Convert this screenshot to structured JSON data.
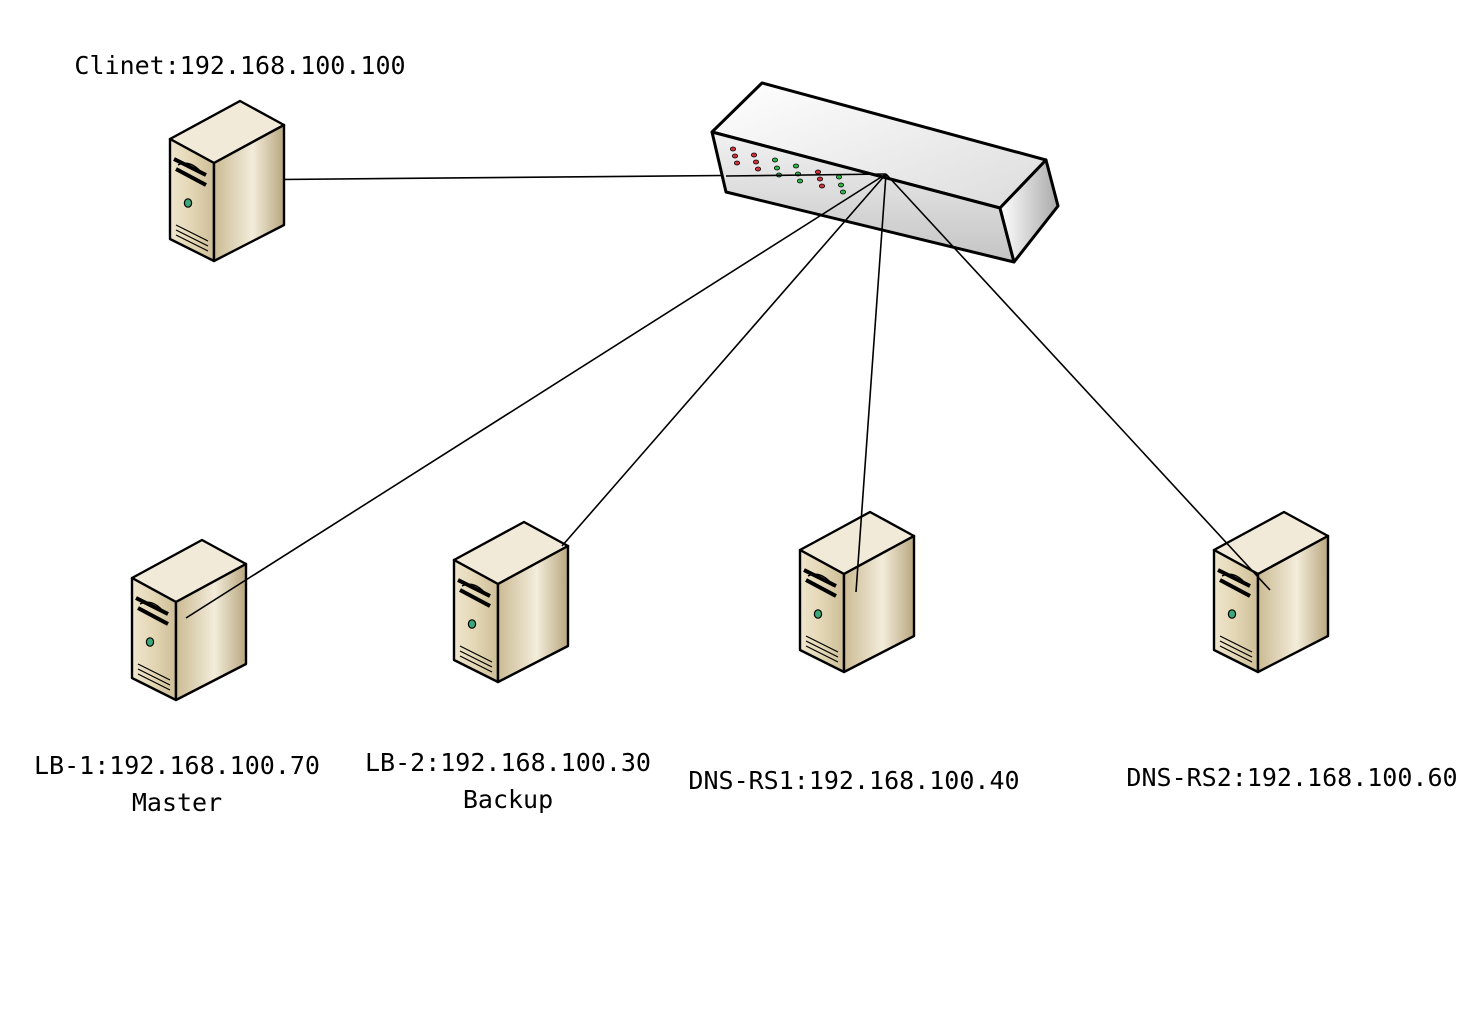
{
  "diagram": {
    "nodes": {
      "client": {
        "label": "Clinet:192.168.100.100",
        "sublabel": "",
        "icon": "server-tower-icon"
      },
      "switch": {
        "label": "",
        "icon": "network-switch-icon"
      },
      "lb1": {
        "label": "LB-1:192.168.100.70",
        "sublabel": "Master",
        "icon": "server-tower-icon"
      },
      "lb2": {
        "label": "LB-2:192.168.100.30",
        "sublabel": "Backup",
        "icon": "server-tower-icon"
      },
      "dns1": {
        "label": "DNS-RS1:192.168.100.40",
        "sublabel": "",
        "icon": "server-tower-icon"
      },
      "dns2": {
        "label": "DNS-RS2:192.168.100.60",
        "sublabel": "",
        "icon": "server-tower-icon"
      }
    },
    "links": [
      {
        "from": "client",
        "to": "switch"
      },
      {
        "from": "lb1",
        "to": "switch"
      },
      {
        "from": "lb2",
        "to": "switch"
      },
      {
        "from": "dns1",
        "to": "switch"
      },
      {
        "from": "dns2",
        "to": "switch"
      }
    ],
    "colors": {
      "server_face": "#e6dcc2",
      "server_side": "#c2b48f",
      "server_top": "#f1ead8",
      "server_outline": "#000000",
      "switch_body": "#d8d8d8",
      "switch_top": "#ececec",
      "led_red": "#d0323c",
      "led_green": "#2fb64a",
      "power_led": "#3aa878",
      "line": "#000000"
    }
  }
}
